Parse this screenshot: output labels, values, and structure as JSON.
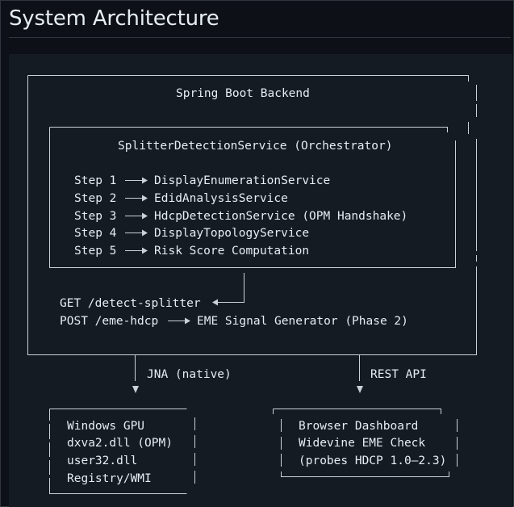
{
  "page_title": "System Architecture",
  "colors": {
    "background": "#0d1117",
    "code_block": "#151b23",
    "text": "#e6edf3",
    "lines": "#c9d1d9"
  },
  "backend": {
    "title": "Spring Boot Backend",
    "orchestrator": {
      "title": "SplitterDetectionService (Orchestrator)",
      "steps": [
        {
          "label": "Step 1",
          "target": "DisplayEnumerationService"
        },
        {
          "label": "Step 2",
          "target": "EdidAnalysisService"
        },
        {
          "label": "Step 3",
          "target": "HdcpDetectionService (OPM Handshake)"
        },
        {
          "label": "Step 4",
          "target": "DisplayTopologyService"
        },
        {
          "label": "Step 5",
          "target": "Risk Score Computation"
        }
      ]
    },
    "endpoints": {
      "get": "GET /detect-splitter",
      "post": "POST /eme-hdcp",
      "post_target": "EME Signal Generator (Phase 2)"
    }
  },
  "connections": {
    "left": "JNA (native)",
    "right": "REST API"
  },
  "native_box": {
    "lines": [
      "Windows GPU",
      "dxva2.dll (OPM)",
      "user32.dll",
      "Registry/WMI"
    ]
  },
  "browser_box": {
    "lines": [
      "Browser Dashboard",
      "Widevine EME Check",
      "(probes HDCP 1.0–2.3)"
    ]
  }
}
